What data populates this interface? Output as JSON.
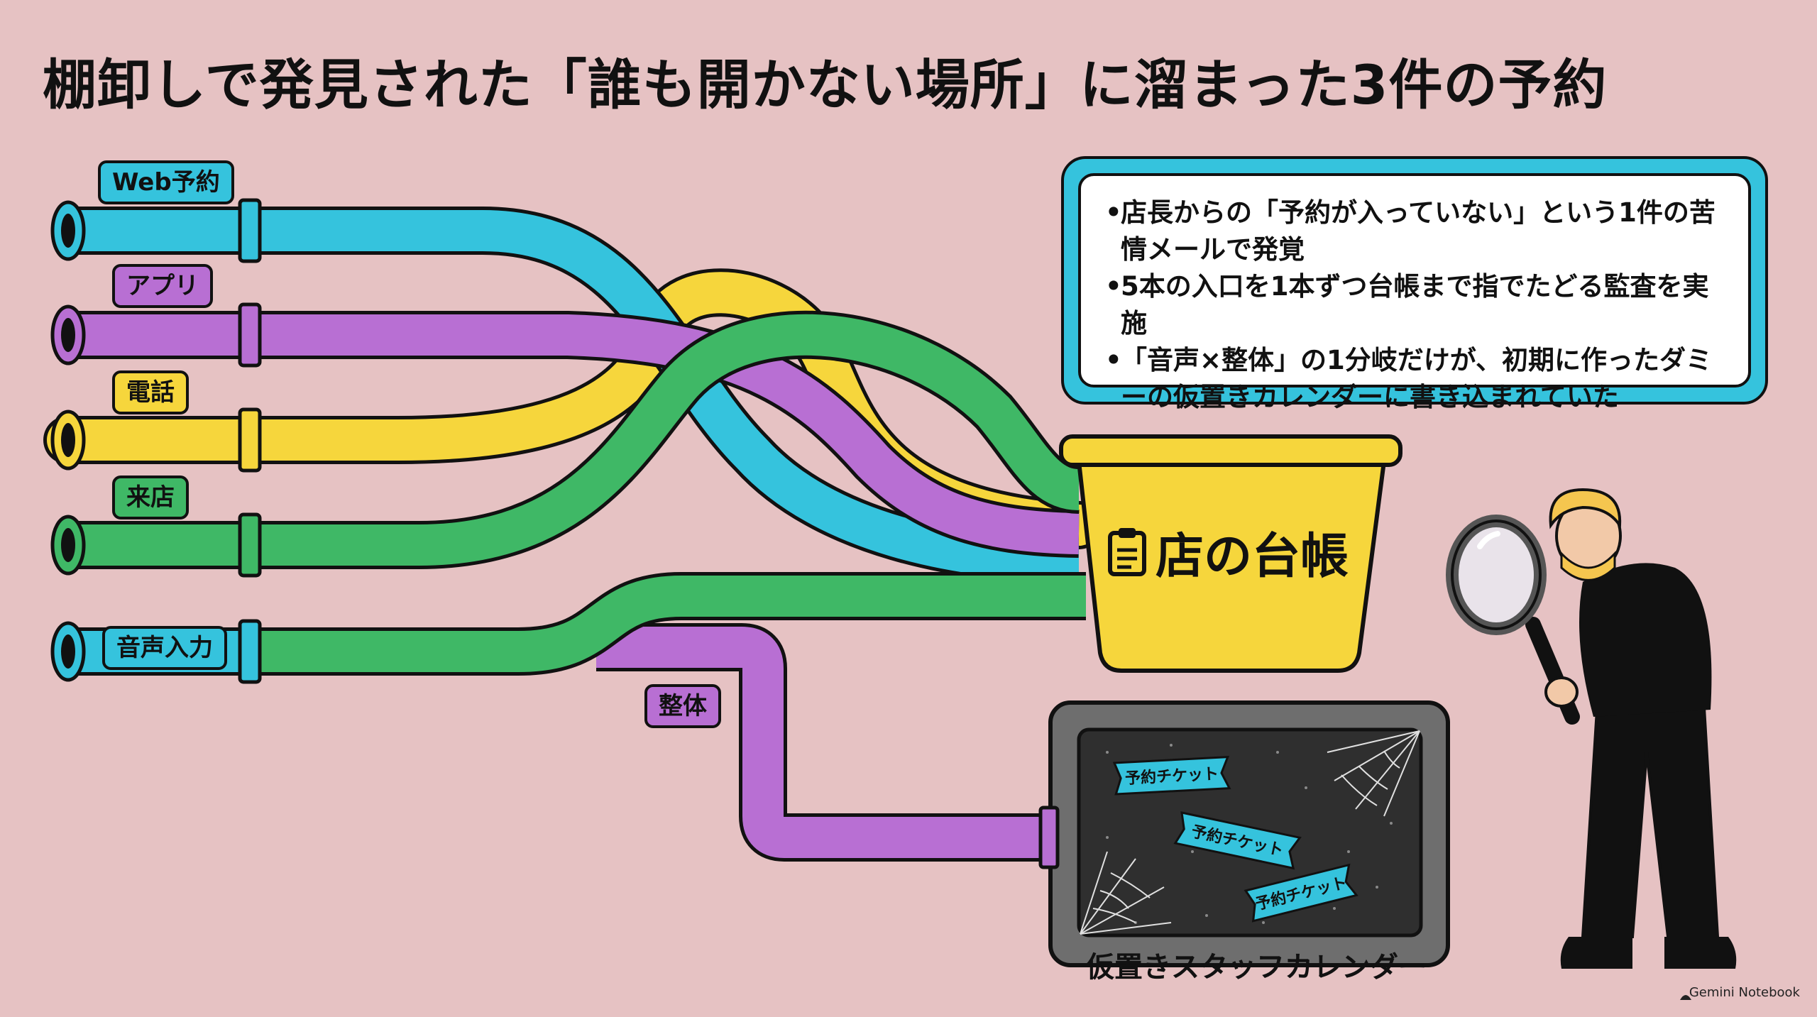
{
  "title": "棚卸しで発見された「誰も開かない場所」に溜まった3件の予約",
  "channels": [
    {
      "label": "Web予約",
      "color": "#35c3dd"
    },
    {
      "label": "アプリ",
      "color": "#b86fd3"
    },
    {
      "label": "電話",
      "color": "#f6d63c"
    },
    {
      "label": "来店",
      "color": "#3fb866"
    },
    {
      "label": "音声入力",
      "color": "#35c3dd"
    }
  ],
  "branch_label": "整体",
  "ledger": {
    "label": "店の台帳",
    "icon": "clipboard-icon",
    "color": "#f6d63c"
  },
  "calendar": {
    "label": "仮置きスタッフカレンダー",
    "tickets": [
      "予約チケット",
      "予約チケット",
      "予約チケット"
    ]
  },
  "info_box": {
    "items": [
      "店長からの「予約が入っていない」という1件の苦情メールで発覚",
      "5本の入口を1本ずつ台帳まで指でたどる監査を実施",
      "「音声×整体」の1分岐だけが、初期に作ったダミーの仮置きカレンダーに書き込まれていた"
    ]
  },
  "credit": "Gemini Notebook",
  "colors": {
    "background": "#e6c2c3",
    "cyan": "#35c3dd",
    "purple": "#b86fd3",
    "yellow": "#f6d63c",
    "green": "#3fb866",
    "dark": "#111111"
  }
}
